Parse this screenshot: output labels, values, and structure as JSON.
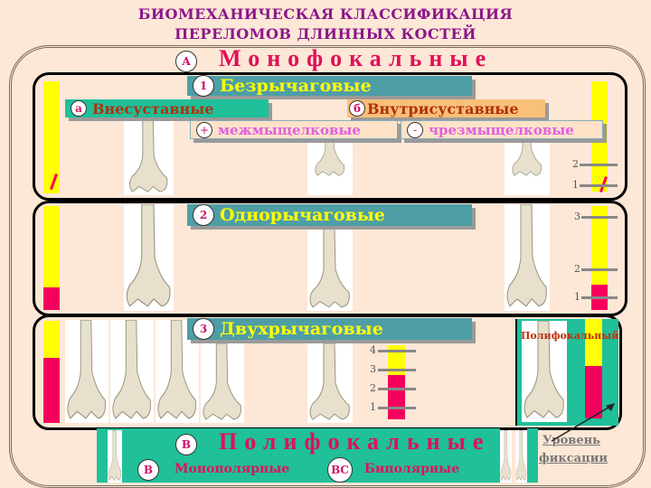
{
  "title": {
    "line1": "БИОМЕХАНИЧЕСКАЯ КЛАССИФИКАЦИЯ",
    "line2": "ПЕРЕЛОМОВ ДЛИННЫХ КОСТЕЙ"
  },
  "mono": {
    "badge": "А",
    "label": "Монофокальные"
  },
  "group1": {
    "badge": "1",
    "label": "Безрычаговые",
    "extra": {
      "badge": "а",
      "label": "Внесуставные"
    },
    "intra": {
      "badge": "б",
      "label": "Внутрисуставные"
    },
    "inter": {
      "badge": "+",
      "label": "межмыщелковые"
    },
    "trans": {
      "badge": "-",
      "label": "чрезмыщелковые"
    },
    "scale": [
      "2",
      "1"
    ]
  },
  "group2": {
    "badge": "2",
    "label": "Однорычаговые",
    "scale": [
      "3",
      "2",
      "1"
    ]
  },
  "group3": {
    "badge": "3",
    "label": "Двухрычаговые",
    "scale": [
      "4",
      "3",
      "2",
      "1"
    ],
    "inset_label": "Полифокальный"
  },
  "poly": {
    "badge": "В",
    "label": "Полифокальные",
    "mono_badge": "В",
    "mono_label": "Монополярные",
    "bi_badge": "ВС",
    "bi_label": "Биполярные"
  },
  "fixation": {
    "line1": "Уровень",
    "line2": "фиксации"
  },
  "colors": {
    "accent": "#e0105a",
    "teal": "#1fc09a",
    "yellow": "#ffff00",
    "pink": "#f5005c"
  }
}
